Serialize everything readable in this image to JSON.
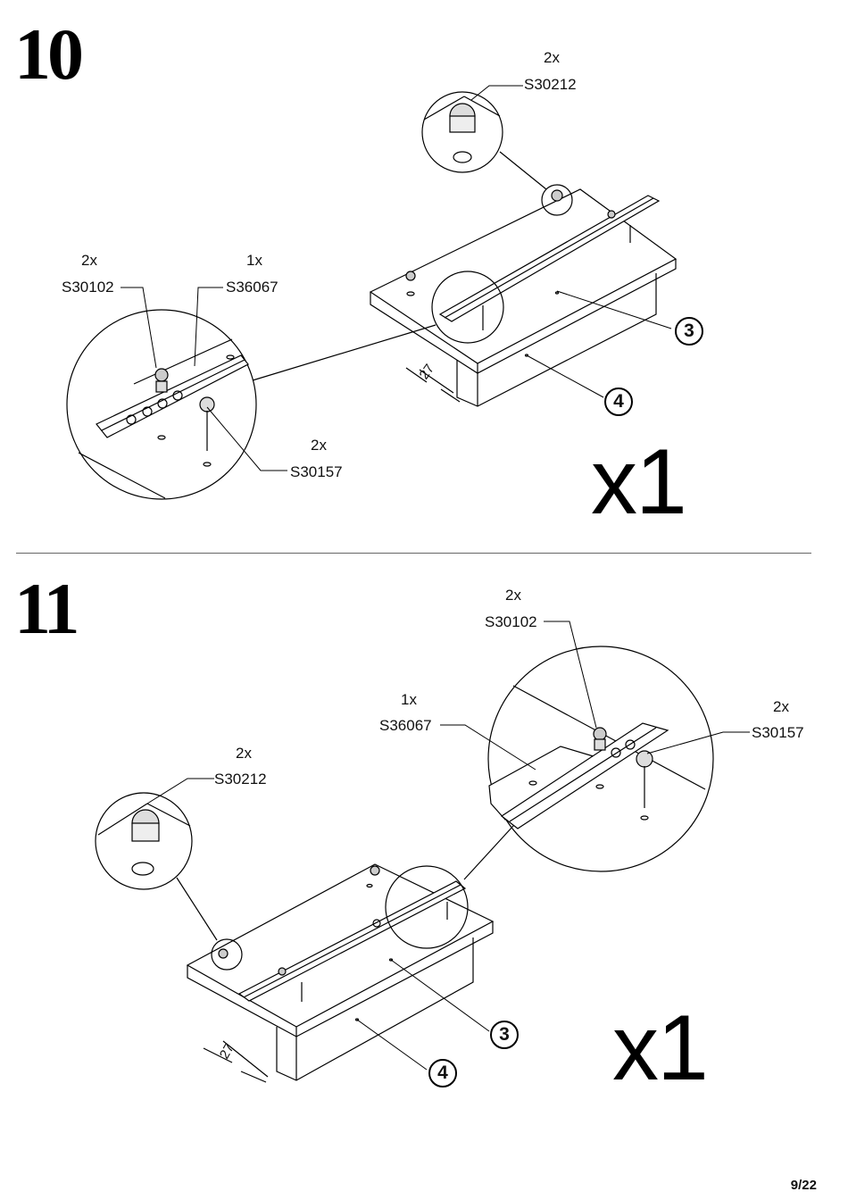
{
  "page_number": "9/22",
  "steps": [
    {
      "number": "10",
      "quantity": "x1",
      "dimension": "27",
      "parts": [
        {
          "count": "2x",
          "code": "S30212"
        },
        {
          "count": "2x",
          "code": "S30102"
        },
        {
          "count": "1x",
          "code": "S36067"
        },
        {
          "count": "2x",
          "code": "S30157"
        }
      ],
      "callouts": [
        "3",
        "4"
      ]
    },
    {
      "number": "11",
      "quantity": "x1",
      "dimension": "27",
      "parts": [
        {
          "count": "2x",
          "code": "S30102"
        },
        {
          "count": "1x",
          "code": "S36067"
        },
        {
          "count": "2x",
          "code": "S30157"
        },
        {
          "count": "2x",
          "code": "S30212"
        }
      ],
      "callouts": [
        "3",
        "4"
      ]
    }
  ]
}
